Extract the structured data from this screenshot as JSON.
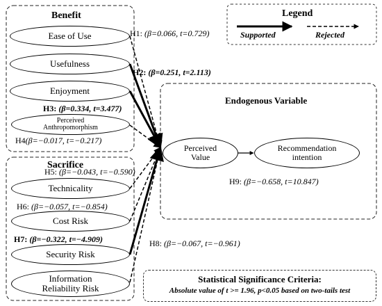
{
  "legend": {
    "title": "Legend",
    "supported": "Supported",
    "rejected": "Rejected"
  },
  "groups": {
    "benefit": "Benefit",
    "sacrifice": "Sacrifice",
    "endogenous": "Endogenous Variable"
  },
  "constructs": {
    "ease_of_use": "Ease of Use",
    "usefulness": "Usefulness",
    "enjoyment": "Enjoyment",
    "anthropomorphism_line1": "Perceived",
    "anthropomorphism_line2": "Anthropomorphism",
    "technicality": "Technicality",
    "cost_risk": "Cost Risk",
    "security_risk": "Security Risk",
    "info_risk_line1": "Information",
    "info_risk_line2": "Reliability Risk",
    "perceived_value_line1": "Perceived",
    "perceived_value_line2": "Value",
    "recommendation_line1": "Recommendation",
    "recommendation_line2": "intention"
  },
  "hypotheses": {
    "h1": {
      "name": "H1: ",
      "stats": "(β=0.066, t=0.729)",
      "result": "rejected"
    },
    "h2": {
      "name": "H2: ",
      "stats": "(β=0.251, t=2.113)",
      "result": "supported"
    },
    "h3": {
      "name": "H3: ",
      "stats": "(β=0.334, t=3.477)",
      "result": "supported"
    },
    "h4": {
      "name": "H4",
      "stats": "(β=−0.017, t=−0.217)",
      "result": "rejected"
    },
    "h5": {
      "name": "H5: ",
      "stats": "(β=−0.043, t=−0.590)",
      "result": "rejected"
    },
    "h6": {
      "name": "H6: ",
      "stats": "(β=−0.057, t=−0.854)",
      "result": "rejected"
    },
    "h7": {
      "name": "H7: ",
      "stats": "(β=−0.322, t=−4.909)",
      "result": "supported"
    },
    "h8": {
      "name": "H8: ",
      "stats": "(β=−0.067, t=−0.961)",
      "result": "rejected"
    },
    "h9": {
      "name": "H9: ",
      "stats": "(β=−0.658, t=10.847)",
      "result": "supported"
    }
  },
  "criteria": {
    "title": "Statistical Significance Criteria:",
    "text": "Absolute value of t >= 1.96, p<0.05 based on two-tails test"
  }
}
